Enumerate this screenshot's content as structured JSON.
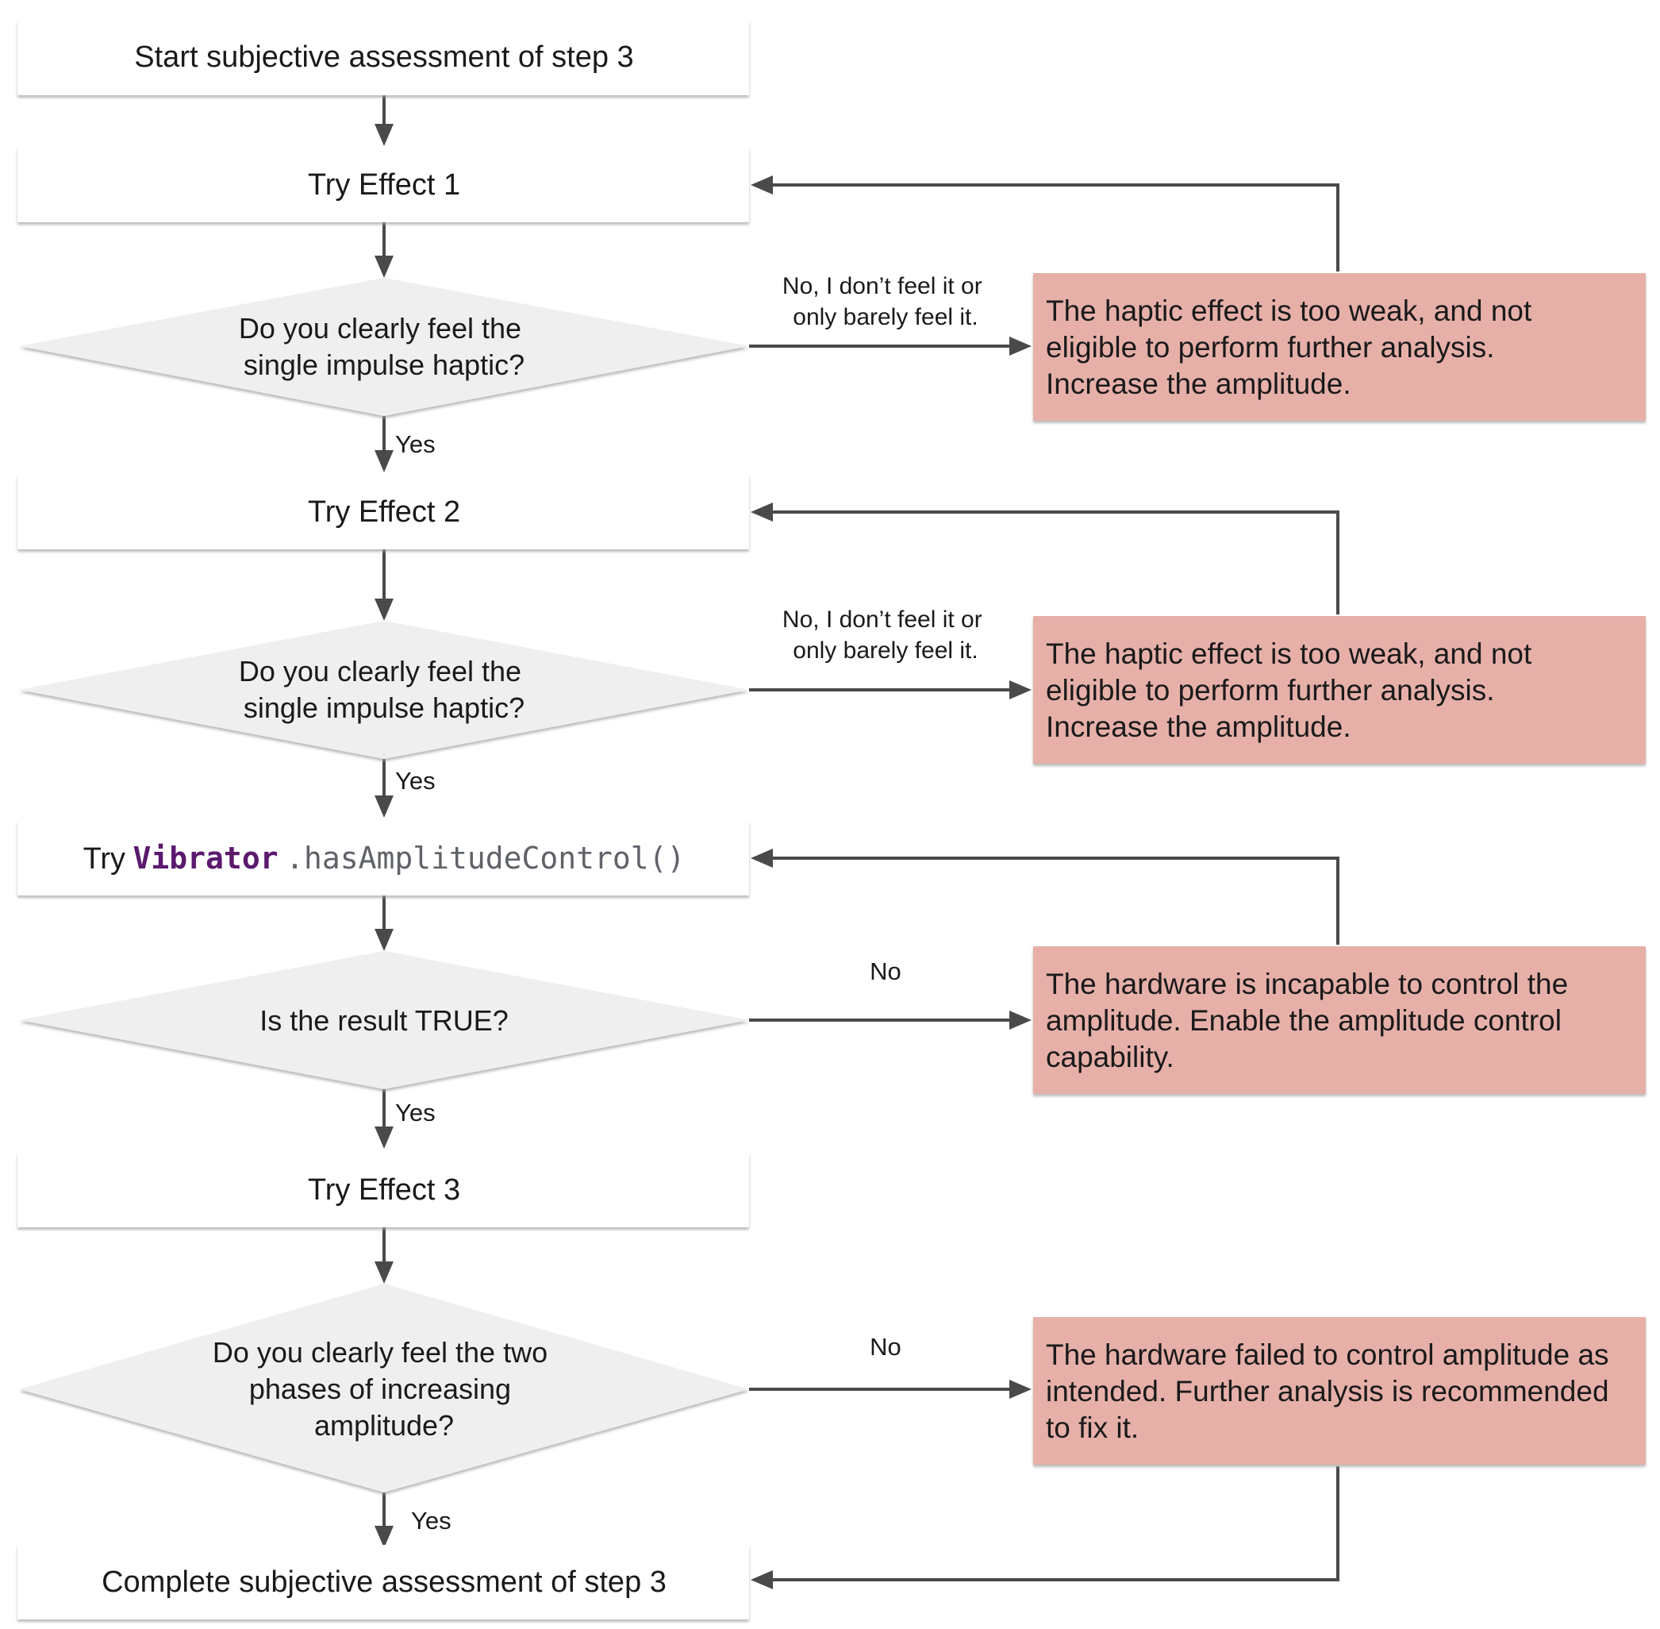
{
  "colors": {
    "box_fill": "#ffffff",
    "box_shadow": "#b3b3b3",
    "diamond_fill": "#efefef",
    "result_fill": "#e6b0a9",
    "line": "#4a4a4a",
    "text": "#1a1a1a",
    "code_class": "#5b1a6e",
    "code_method": "#5f6368"
  },
  "steps": {
    "start": "Start subjective assessment of step 3",
    "effect1": "Try Effect 1",
    "effect2": "Try Effect 2",
    "try_prefix": "Try",
    "code_class": "Vibrator",
    "code_method": ".hasAmplitudeControl()",
    "effect3": "Try Effect 3",
    "complete": "Complete subjective assessment of step 3"
  },
  "decisions": {
    "d1": [
      "Do you clearly feel the",
      "single impulse haptic?"
    ],
    "d2": [
      "Do you clearly feel the",
      "single impulse haptic?"
    ],
    "d3": [
      "Is the result TRUE?"
    ],
    "d4": [
      "Do you clearly feel the two",
      "phases of increasing",
      "amplitude?"
    ]
  },
  "edge_labels": {
    "yes": "Yes",
    "no": "No",
    "no_feel": [
      "No, I don’t feel it or",
      "only barely feel it."
    ]
  },
  "outcomes": {
    "weak1": [
      "The haptic effect is too weak, and not",
      "eligible to perform further analysis.",
      "Increase the amplitude."
    ],
    "weak2": [
      "The haptic effect is too weak, and not",
      "eligible to perform further analysis.",
      "Increase the amplitude."
    ],
    "incapable": [
      "The hardware is incapable to control the",
      "amplitude. Enable the amplitude control",
      "capability."
    ],
    "failed": [
      "The hardware failed to control amplitude as",
      "intended. Further analysis is recommended",
      "to fix it."
    ]
  }
}
